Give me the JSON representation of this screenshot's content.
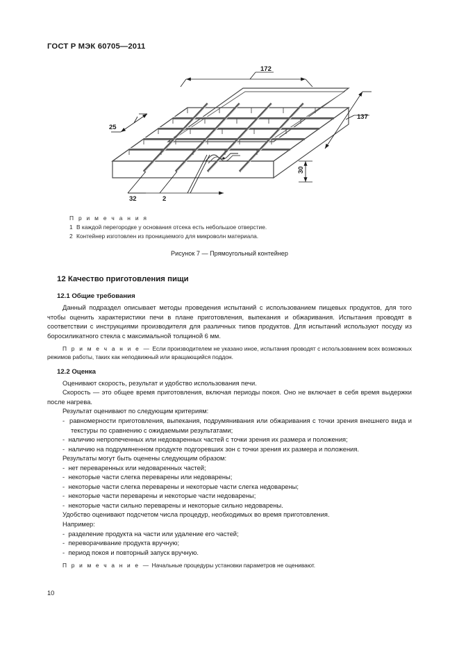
{
  "document": {
    "header": "ГОСТ Р МЭК 60705—2011",
    "page_number": "10"
  },
  "figure": {
    "name": "rectangular-container-isometric-drawing",
    "caption": "Рисунок 7 — Прямоугольный контейнер",
    "dimensions": {
      "length": "172",
      "width": "137",
      "cell_width": "25",
      "cell_depth": "32",
      "wall_thickness": "2",
      "height": "30"
    },
    "notes_title": "П р и м е ч а н и я",
    "notes": [
      {
        "num": "1",
        "text": "В каждой перегородке у основания отсека есть небольшое отверстие."
      },
      {
        "num": "2",
        "text": "Контейнер изготовлен из проницаемого для микроволн материала."
      }
    ]
  },
  "sections": {
    "s12_title": "12  Качество приготовления пищи",
    "s12_1_title": "12.1  Общие требования",
    "s12_1_para": "Данный подраздел описывает методы проведения испытаний с использованием пищевых продуктов, для того чтобы оценить характеристики печи в плане приготовления, выпекания и обжаривания. Испытания проводят в соответствии с инструкциями производителя для различных типов продуктов. Для испытаний используют посуду из боросиликатного стекла с максимальной толщиной 6 мм.",
    "s12_1_note_label": "П р и м е ч а н и е —",
    "s12_1_note_text": "Если производителем не указано иное, испытания проводят с использованием всех возможных режимов работы, таких как неподвижный или вращающийся поддон.",
    "s12_2_title": "12.2  Оценка",
    "s12_2_para1": "Оценивают скорость, результат и удобство использования печи.",
    "s12_2_para2": "Скорость — это общее время приготовления, включая периоды покоя. Оно не включает в себя время выдержки после нагрева.",
    "s12_2_para3": "Результат оценивают по следующим критериям:",
    "criteria": [
      "равномерности приготовления, выпекания, подрумянивания или обжаривания с точки зрения внешнего вида и текстуры по сравнению с ожидаемыми результатами;",
      "наличию непропеченных или недоваренных частей с точки зрения их размера и положения;",
      "наличию на подрумяненном продукте подгоревших зон с точки зрения их размера и положения."
    ],
    "s12_2_para4": "Результаты могут быть оценены следующим образом:",
    "results": [
      "нет переваренных или недоваренных частей;",
      "некоторые части слегка переварены или недоварены;",
      "некоторые части слегка переварены и некоторые части слегка недоварены;",
      "некоторые части переварены и некоторые части недоварены;",
      "некоторые части сильно переварены и некоторые сильно недоварены."
    ],
    "s12_2_para5": "Удобство оценивают подсчетом числа процедур, необходимых во время приготовления.",
    "s12_2_para6": "Например:",
    "examples": [
      "разделение продукта на части или удаление его частей;",
      "переворачивание продукта вручную;",
      "период покоя и повторный запуск вручную."
    ],
    "s12_2_note_label": "П р и м е ч а н и е —",
    "s12_2_note_text": "Начальные процедуры установки параметров не оценивают."
  },
  "bullet_marker": "-"
}
